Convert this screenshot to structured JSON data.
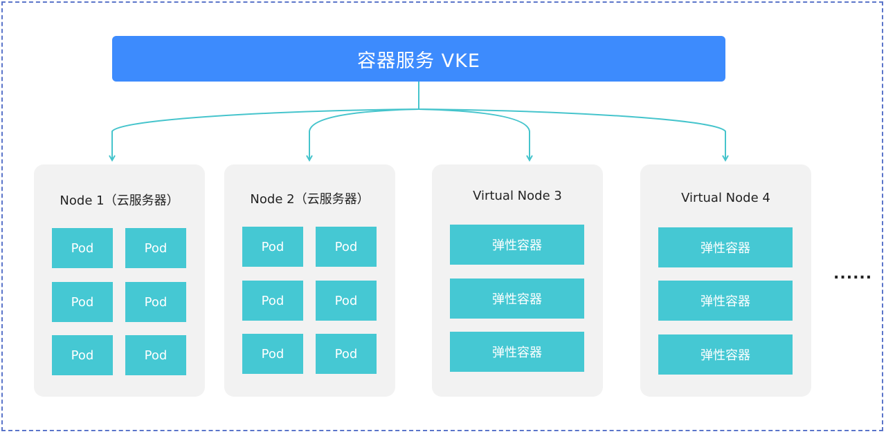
{
  "header": {
    "title": "容器服务 VKE"
  },
  "nodes": [
    {
      "title": "Node 1（云服务器）",
      "items": [
        "Pod",
        "Pod",
        "Pod",
        "Pod",
        "Pod",
        "Pod"
      ]
    },
    {
      "title": "Node 2（云服务器）",
      "items": [
        "Pod",
        "Pod",
        "Pod",
        "Pod",
        "Pod",
        "Pod"
      ]
    },
    {
      "title": "Virtual Node 3",
      "items": [
        "弹性容器",
        "弹性容器",
        "弹性容器"
      ]
    },
    {
      "title": "Virtual Node 4",
      "items": [
        "弹性容器",
        "弹性容器",
        "弹性容器"
      ]
    }
  ],
  "more": "......",
  "colors": {
    "header": "#3d8bfd",
    "connector": "#45c4cc",
    "box": "#45c8d3",
    "node_bg": "#f2f2f2",
    "frame": "#5a74c9"
  }
}
